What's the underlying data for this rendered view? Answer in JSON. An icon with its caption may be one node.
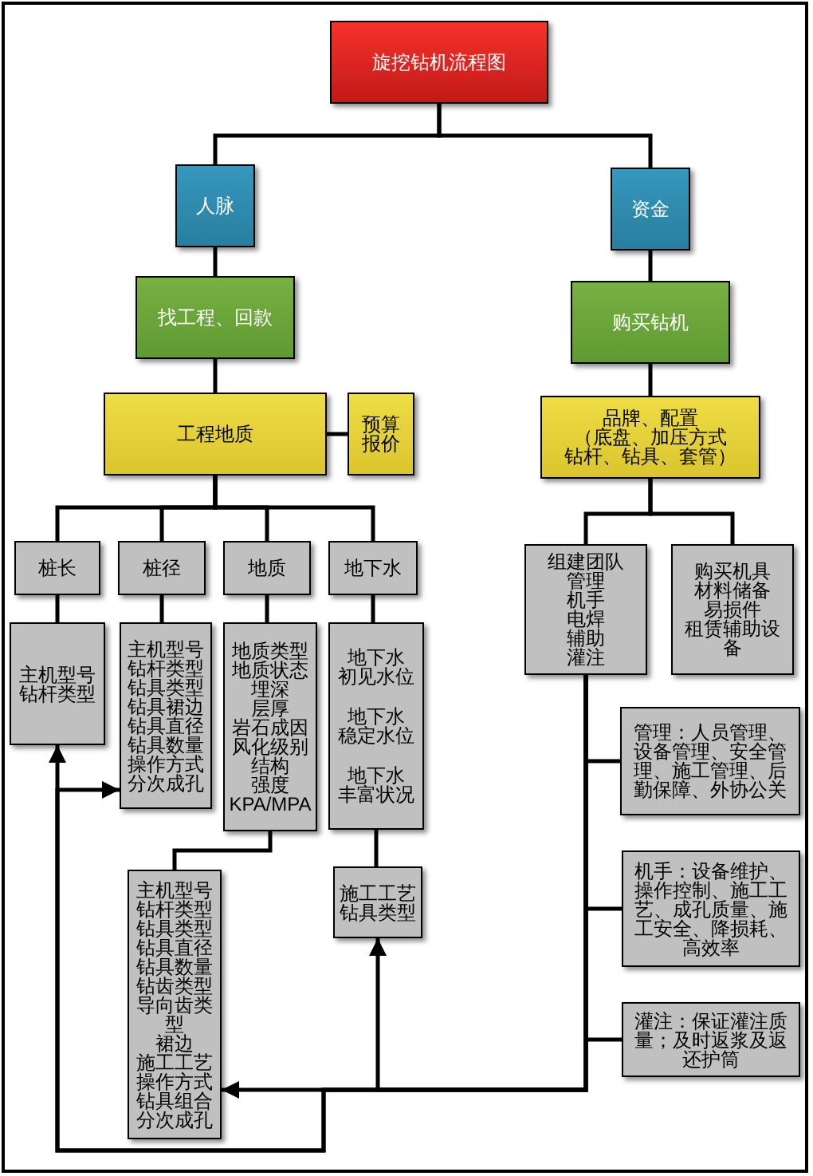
{
  "diagram": {
    "nodes": [
      {
        "text": [
          "旋挖钻机流程图"
        ]
      },
      {
        "text": [
          "人脉"
        ]
      },
      {
        "text": [
          "资金"
        ]
      },
      {
        "text": [
          "找工程、回款"
        ]
      },
      {
        "text": [
          "购买钻机"
        ]
      },
      {
        "text": [
          "工程地质"
        ]
      },
      {
        "text": [
          "预算报价"
        ]
      },
      {
        "text": [
          "品牌、配置",
          "（底盘、加压方式",
          "钻杆、钻具、套管）"
        ]
      },
      {
        "text": [
          "桩长"
        ]
      },
      {
        "text": [
          "桩径"
        ]
      },
      {
        "text": [
          "地质"
        ]
      },
      {
        "text": [
          "地下水"
        ]
      },
      {
        "text": [
          "组建团队",
          "管理",
          "机手",
          "电焊",
          "辅助",
          "灌注"
        ]
      },
      {
        "text": [
          "购买机具",
          "材料储备",
          "易损件",
          "租赁辅助设备"
        ]
      },
      {
        "text": [
          "主机型号",
          "钻杆类型"
        ]
      },
      {
        "text": [
          "主机型号",
          "钻杆类型",
          "钻具类型",
          "钻具裙边",
          "钻具直径",
          "钻具数量",
          "操作方式",
          "分次成孔"
        ]
      },
      {
        "text": [
          "地质类型",
          "地质状态",
          "埋深",
          "层厚",
          "岩石成因",
          "风化级别",
          "结构",
          "强度",
          "KPA/MPA"
        ]
      },
      {
        "text": [
          "地下水",
          "初见水位",
          "地下水",
          "稳定水位",
          "地下水",
          "丰富状况"
        ]
      },
      {
        "text": [
          "施工工艺",
          "钻具类型"
        ]
      },
      {
        "text": [
          "主机型号",
          "钻杆类型",
          "钻具类型",
          "钻具直径",
          "钻具数量",
          "钻齿类型",
          "导向齿类型",
          "裙边",
          "施工工艺",
          "操作方式",
          "钻具组合",
          "分次成孔"
        ]
      },
      {
        "text": [
          "管理：人员管理、设备管理、安全管理、施工管理、后勤保障、外协公关"
        ]
      },
      {
        "text": [
          "机手：设备维护、操作控制、施工工艺、成孔质量、施工安全、降损耗、高效率"
        ]
      },
      {
        "text": [
          "灌注：保证灌注质量；及时返浆及返还护筒"
        ]
      }
    ],
    "edges": [
      {
        "from": 0,
        "to": 1,
        "arrow": "none"
      },
      {
        "from": 0,
        "to": 2,
        "arrow": "none"
      },
      {
        "from": 1,
        "to": 3,
        "arrow": "none"
      },
      {
        "from": 2,
        "to": 4,
        "arrow": "none"
      },
      {
        "from": 3,
        "to": 5,
        "arrow": "none"
      },
      {
        "from": 5,
        "to": 6,
        "arrow": "none"
      },
      {
        "from": 4,
        "to": 7,
        "arrow": "none"
      },
      {
        "from": 5,
        "to": 8,
        "arrow": "none"
      },
      {
        "from": 5,
        "to": 9,
        "arrow": "none"
      },
      {
        "from": 5,
        "to": 10,
        "arrow": "none"
      },
      {
        "from": 5,
        "to": 11,
        "arrow": "none"
      },
      {
        "from": 8,
        "to": 14,
        "arrow": "none"
      },
      {
        "from": 9,
        "to": 15,
        "arrow": "none"
      },
      {
        "from": 10,
        "to": 16,
        "arrow": "none"
      },
      {
        "from": 11,
        "to": 17,
        "arrow": "none"
      },
      {
        "from": 16,
        "to": 19,
        "arrow": "none"
      },
      {
        "from": 17,
        "to": 18,
        "arrow": "none"
      },
      {
        "from": 7,
        "to": 12,
        "arrow": "none"
      },
      {
        "from": 7,
        "to": 13,
        "arrow": "none"
      },
      {
        "from": 12,
        "to": 20,
        "arrow": "none"
      },
      {
        "from": 12,
        "to": 21,
        "arrow": "none"
      },
      {
        "from": 12,
        "to": 22,
        "arrow": "none"
      },
      {
        "from": 12,
        "to": 18,
        "arrow": "to"
      },
      {
        "from": 12,
        "to": 19,
        "arrow": "to"
      },
      {
        "from": 12,
        "to": 14,
        "arrow": "to"
      },
      {
        "from": 12,
        "to": 15,
        "arrow": "to"
      }
    ]
  }
}
